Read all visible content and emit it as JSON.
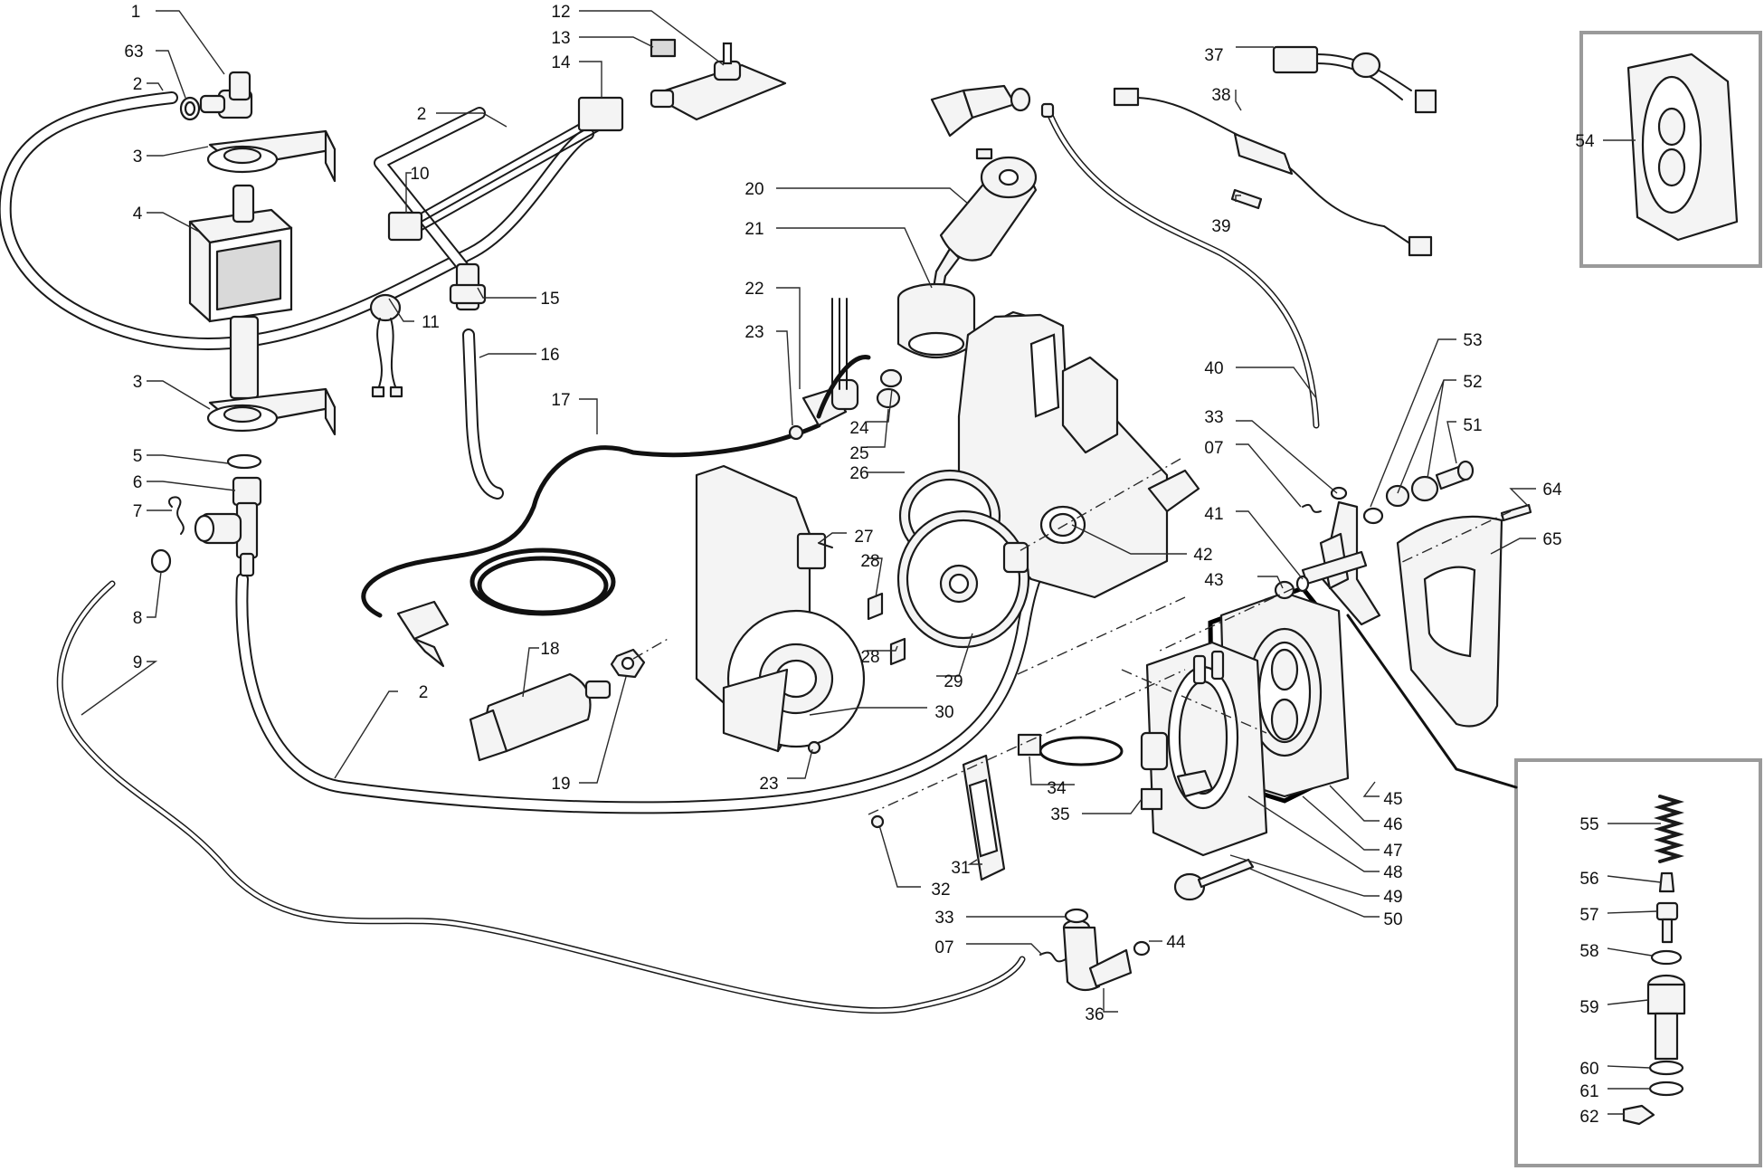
{
  "callouts": [
    {
      "id": "c1",
      "text": "1"
    },
    {
      "id": "c63",
      "text": "63"
    },
    {
      "id": "c2a",
      "text": "2"
    },
    {
      "id": "c3a",
      "text": "3"
    },
    {
      "id": "c4",
      "text": "4"
    },
    {
      "id": "c3b",
      "text": "3"
    },
    {
      "id": "c5",
      "text": "5"
    },
    {
      "id": "c6",
      "text": "6"
    },
    {
      "id": "c7a",
      "text": "7"
    },
    {
      "id": "c8",
      "text": "8"
    },
    {
      "id": "c9",
      "text": "9"
    },
    {
      "id": "c12",
      "text": "12"
    },
    {
      "id": "c13",
      "text": "13"
    },
    {
      "id": "c14",
      "text": "14"
    },
    {
      "id": "c2b",
      "text": "2"
    },
    {
      "id": "c10",
      "text": "10"
    },
    {
      "id": "c11",
      "text": "11"
    },
    {
      "id": "c15",
      "text": "15"
    },
    {
      "id": "c16",
      "text": "16"
    },
    {
      "id": "c17",
      "text": "17"
    },
    {
      "id": "c18",
      "text": "18"
    },
    {
      "id": "c19",
      "text": "19"
    },
    {
      "id": "c2c",
      "text": "2"
    },
    {
      "id": "c20",
      "text": "20"
    },
    {
      "id": "c21",
      "text": "21"
    },
    {
      "id": "c22",
      "text": "22"
    },
    {
      "id": "c23a",
      "text": "23"
    },
    {
      "id": "c24",
      "text": "24"
    },
    {
      "id": "c25",
      "text": "25"
    },
    {
      "id": "c26",
      "text": "26"
    },
    {
      "id": "c27",
      "text": "27"
    },
    {
      "id": "c28a",
      "text": "28"
    },
    {
      "id": "c28b",
      "text": "28"
    },
    {
      "id": "c29",
      "text": "29"
    },
    {
      "id": "c30",
      "text": "30"
    },
    {
      "id": "c23b",
      "text": "23"
    },
    {
      "id": "c37",
      "text": "37"
    },
    {
      "id": "c38",
      "text": "38"
    },
    {
      "id": "c39",
      "text": "39"
    },
    {
      "id": "c40",
      "text": "40"
    },
    {
      "id": "c33a",
      "text": "33"
    },
    {
      "id": "c07a",
      "text": "07"
    },
    {
      "id": "c41",
      "text": "41"
    },
    {
      "id": "c42",
      "text": "42"
    },
    {
      "id": "c43",
      "text": "43"
    },
    {
      "id": "c53",
      "text": "53"
    },
    {
      "id": "c52",
      "text": "52"
    },
    {
      "id": "c51",
      "text": "51"
    },
    {
      "id": "c64",
      "text": "64"
    },
    {
      "id": "c65",
      "text": "65"
    },
    {
      "id": "c54",
      "text": "54"
    },
    {
      "id": "c34",
      "text": "34"
    },
    {
      "id": "c35",
      "text": "35"
    },
    {
      "id": "c31",
      "text": "31"
    },
    {
      "id": "c32",
      "text": "32"
    },
    {
      "id": "c33b",
      "text": "33"
    },
    {
      "id": "c07b",
      "text": "07"
    },
    {
      "id": "c44",
      "text": "44"
    },
    {
      "id": "c36",
      "text": "36"
    },
    {
      "id": "c45",
      "text": "45"
    },
    {
      "id": "c46",
      "text": "46"
    },
    {
      "id": "c47",
      "text": "47"
    },
    {
      "id": "c48",
      "text": "48"
    },
    {
      "id": "c49",
      "text": "49"
    },
    {
      "id": "c50",
      "text": "50"
    },
    {
      "id": "c55",
      "text": "55"
    },
    {
      "id": "c56",
      "text": "56"
    },
    {
      "id": "c57",
      "text": "57"
    },
    {
      "id": "c58",
      "text": "58"
    },
    {
      "id": "c59",
      "text": "59"
    },
    {
      "id": "c60",
      "text": "60"
    },
    {
      "id": "c61",
      "text": "61"
    },
    {
      "id": "c62",
      "text": "62"
    }
  ]
}
